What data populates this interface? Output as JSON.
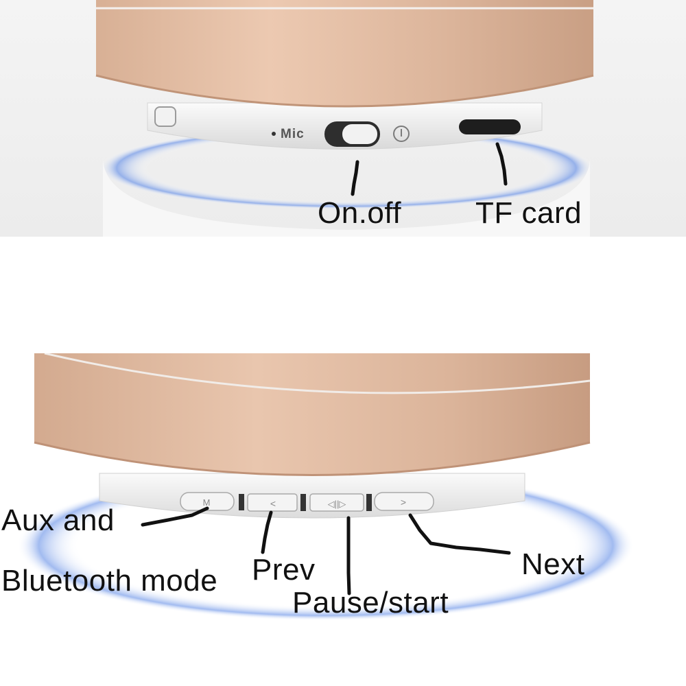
{
  "top_panel": {
    "mic_label": "Mic",
    "callouts": {
      "on_off": "On.off",
      "tf_card": "TF card"
    }
  },
  "bottom_panel": {
    "button_glyphs": {
      "mode": "M",
      "prev": "<",
      "pause": "◁||▷",
      "next": ">"
    },
    "callouts": {
      "aux_line1": "Aux and",
      "aux_line2": "Bluetooth mode",
      "prev": "Prev",
      "pause_start": "Pause/start",
      "next": "Next"
    }
  },
  "colors": {
    "band_gold": "#dbb499",
    "band_highlight": "#f0d6c4",
    "glow_blue": "#6f96e8",
    "base_white": "#f3f3f3"
  }
}
